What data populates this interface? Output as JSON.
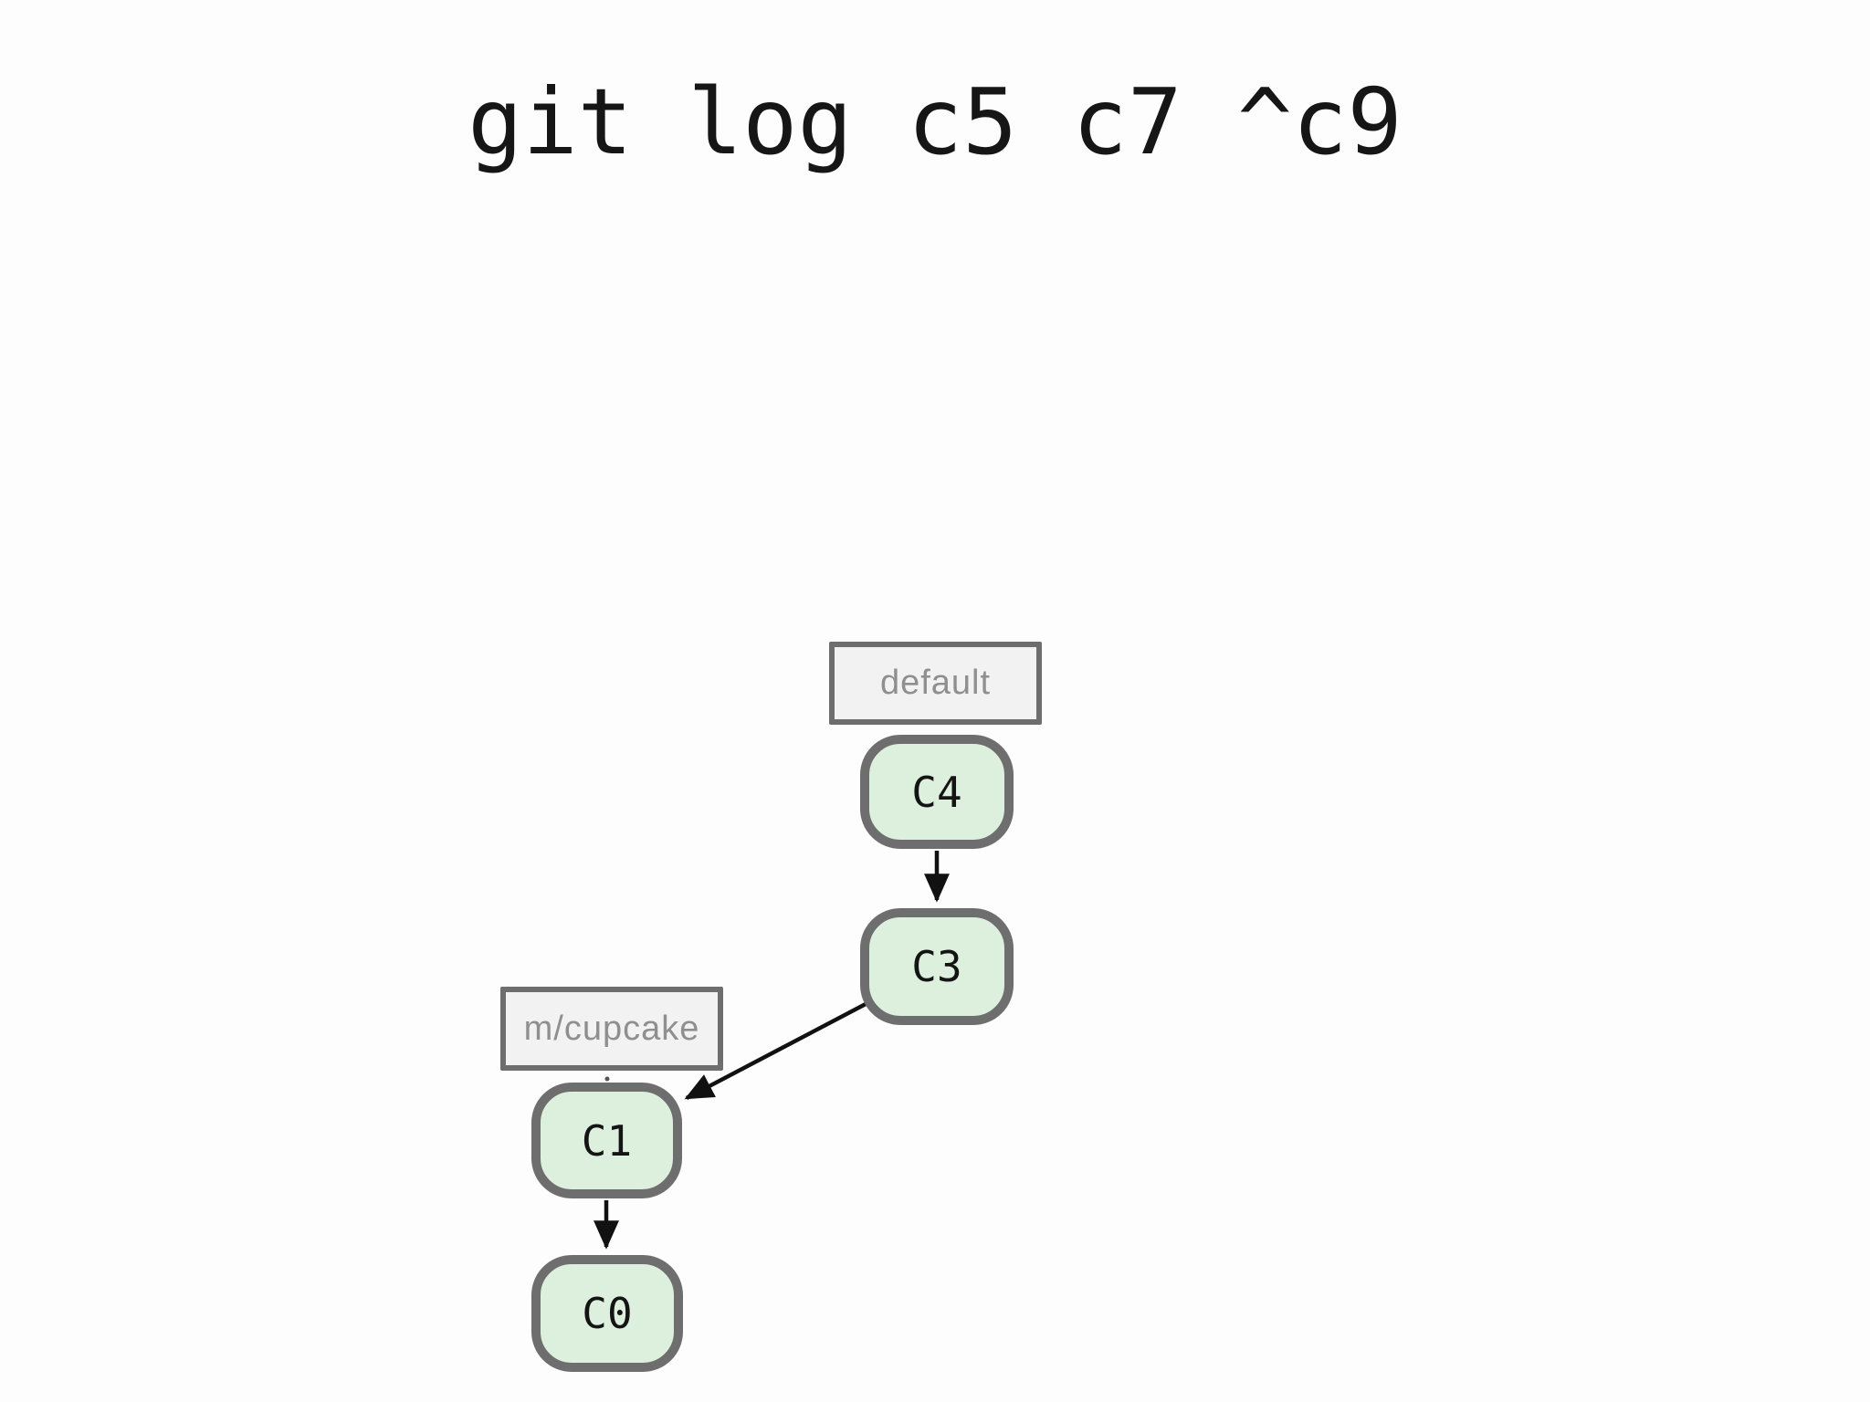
{
  "title": "git log c5 c7 ^c9",
  "diagram": {
    "branches": [
      {
        "label": "default",
        "attached_to": "C4"
      },
      {
        "label": "m/cupcake",
        "attached_to": "C1"
      }
    ],
    "commits": [
      {
        "label": "C4"
      },
      {
        "label": "C3"
      },
      {
        "label": "C1"
      },
      {
        "label": "C0"
      }
    ],
    "edges": [
      {
        "from": "C4",
        "to": "C3"
      },
      {
        "from": "C3",
        "to": "C1"
      },
      {
        "from": "C1",
        "to": "C0"
      }
    ]
  },
  "colors": {
    "background": "#fdfdfd",
    "commit_fill": "#ddf0de",
    "commit_border": "#6e6e6e",
    "commit_text": "#141414",
    "label_fill": "#f2f2f2",
    "label_border": "#6e6e6e",
    "label_text": "#8f8f8f",
    "arrow": "#111111"
  }
}
